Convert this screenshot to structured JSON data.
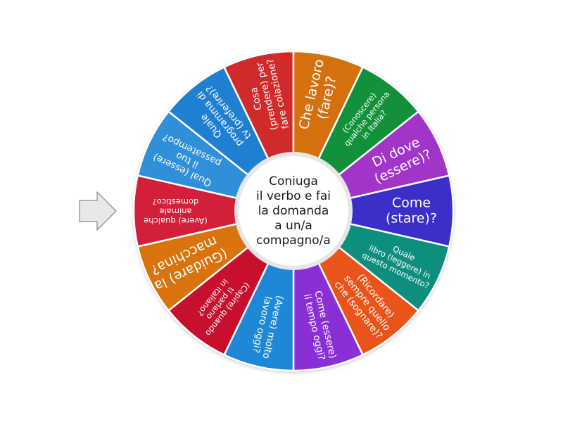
{
  "wheel": {
    "center_label": [
      "Coniuga",
      "il verbo e fai",
      "la domanda",
      "a un/a",
      "compagno/a"
    ],
    "segments": [
      {
        "lines": [
          "Come",
          "(stare)?"
        ],
        "color": "#3b2fc9",
        "size": "large"
      },
      {
        "lines": [
          "Quale",
          "libro (leggere) in",
          "questo momento?"
        ],
        "color": "#0e8f7e",
        "size": "small"
      },
      {
        "lines": [
          "(Ricordare)",
          "sempre quello",
          "che (sognare)?"
        ],
        "color": "#e8541a",
        "size": "medium"
      },
      {
        "lines": [
          "Come (essere)",
          "il tempo oggi?"
        ],
        "color": "#8a2fd6",
        "size": "medium"
      },
      {
        "lines": [
          "(Avere) molto",
          "lavoro oggi?"
        ],
        "color": "#1e88d6",
        "size": "medium"
      },
      {
        "lines": [
          "(Capire) quando",
          "ti parlano",
          "in italiano?"
        ],
        "color": "#c8102e",
        "size": "small"
      },
      {
        "lines": [
          "(Guidare) la",
          "macchina?"
        ],
        "color": "#d9730d",
        "size": "large"
      },
      {
        "lines": [
          "(Avere) qualche",
          "animale",
          "domestico?"
        ],
        "color": "#d41f3a",
        "size": "small"
      },
      {
        "lines": [
          "Qual (essere)",
          "il tuo",
          "passatempo?"
        ],
        "color": "#2f8fd8",
        "size": "medium"
      },
      {
        "lines": [
          "Quale",
          "programma di",
          "tv (preferire)?"
        ],
        "color": "#1f7fd1",
        "size": "medium"
      },
      {
        "lines": [
          "Cosa",
          "(prendere) per",
          "fare colazione?"
        ],
        "color": "#d12a2a",
        "size": "medium"
      },
      {
        "lines": [
          "Che lavoro",
          "(fare)?"
        ],
        "color": "#d5700e",
        "size": "large"
      },
      {
        "lines": [
          "(Conoscere)",
          "qualche persona",
          "in Italia?"
        ],
        "color": "#12913a",
        "size": "small"
      },
      {
        "lines": [
          "Di dove",
          "(essere)?"
        ],
        "color": "#a035c8",
        "size": "large"
      }
    ]
  },
  "pointer": {
    "icon": "arrow-right-icon",
    "color": "#e8e8e8",
    "stroke": "#9a9a9a"
  }
}
